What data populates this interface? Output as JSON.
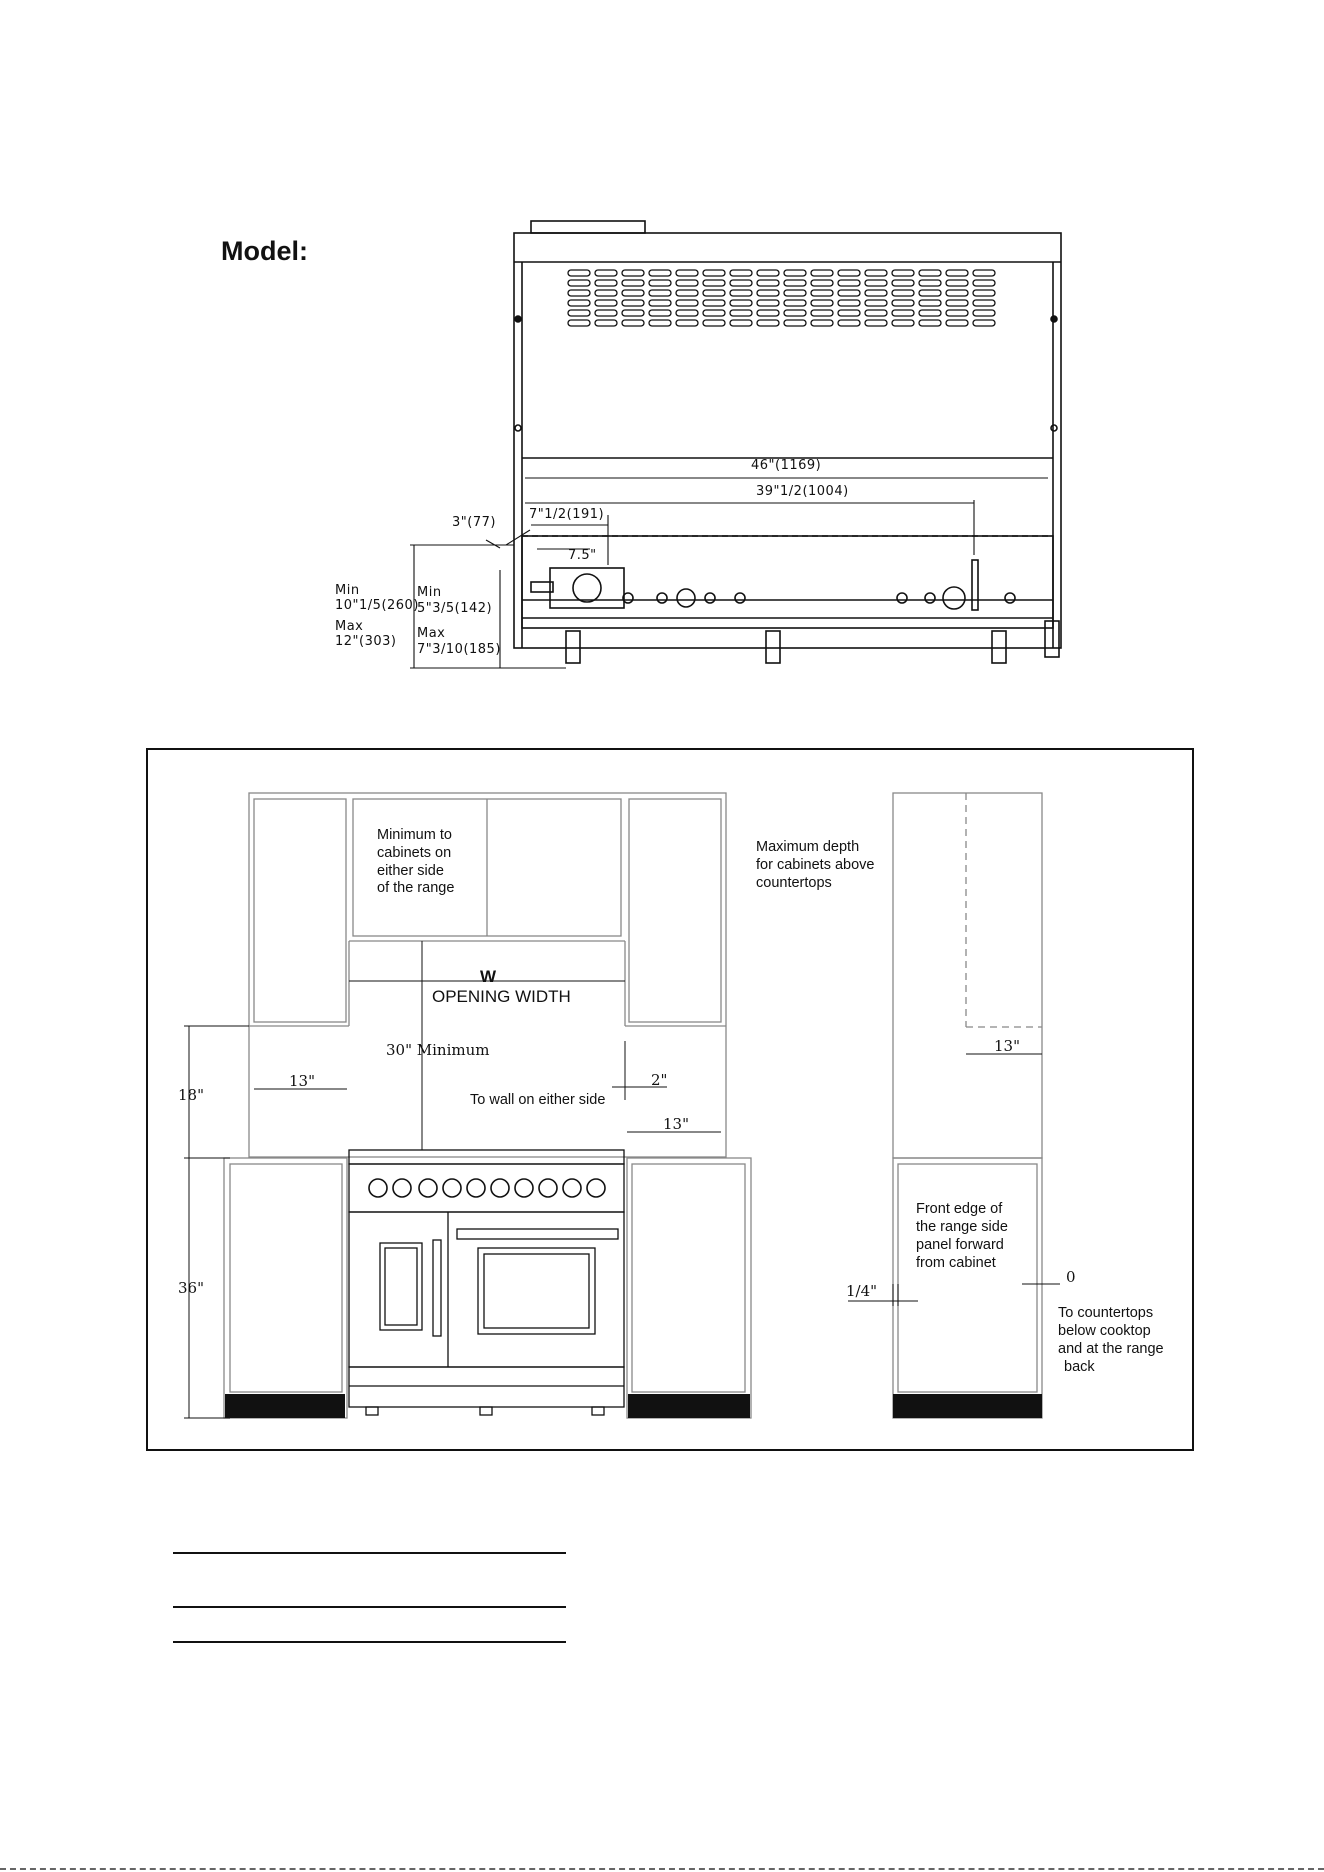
{
  "model": {
    "label": "Model:"
  },
  "back_view": {
    "dims": {
      "overall_width": "46\"(1169)",
      "cord_position": "39\"1/2(1004)",
      "gas_inlet_offset": "7\"1/2(191)",
      "gas_inlet_label": "7.5\"",
      "top_offset": "3\"(77)",
      "min_label_1": "Min",
      "min_value_1": "10\"1/5(260)",
      "max_label_1": "Max",
      "max_value_1": "12\"(303)",
      "min_label_2": "Min",
      "min_value_2": "5\"3/5(142)",
      "max_label_2": "Max",
      "max_value_2": "7\"3/10(185)"
    }
  },
  "front_view": {
    "cabinet_note": [
      "Minimum to",
      "cabinets on",
      "either side",
      "of the range"
    ],
    "opening_symbol": "W",
    "opening_label": "OPENING WIDTH",
    "clearance_30": "30\" Minimum",
    "height_18": "18\"",
    "height_36": "36\"",
    "width_13_left": "13\"",
    "width_13_right": "13\"",
    "wall_note": "To wall on either side",
    "wall_clearance": "2\""
  },
  "side_view": {
    "depth_note": [
      "Maximum depth",
      "for cabinets above",
      "countertops"
    ],
    "depth_13": "13\"",
    "front_note": [
      "Front edge of",
      "the range side",
      "panel forward",
      "from cabinet"
    ],
    "offset_quarter": "1/4\"",
    "offset_zero": "0",
    "counter_note": [
      "To countertops",
      "below cooktop",
      "and at the range",
      "back"
    ]
  }
}
